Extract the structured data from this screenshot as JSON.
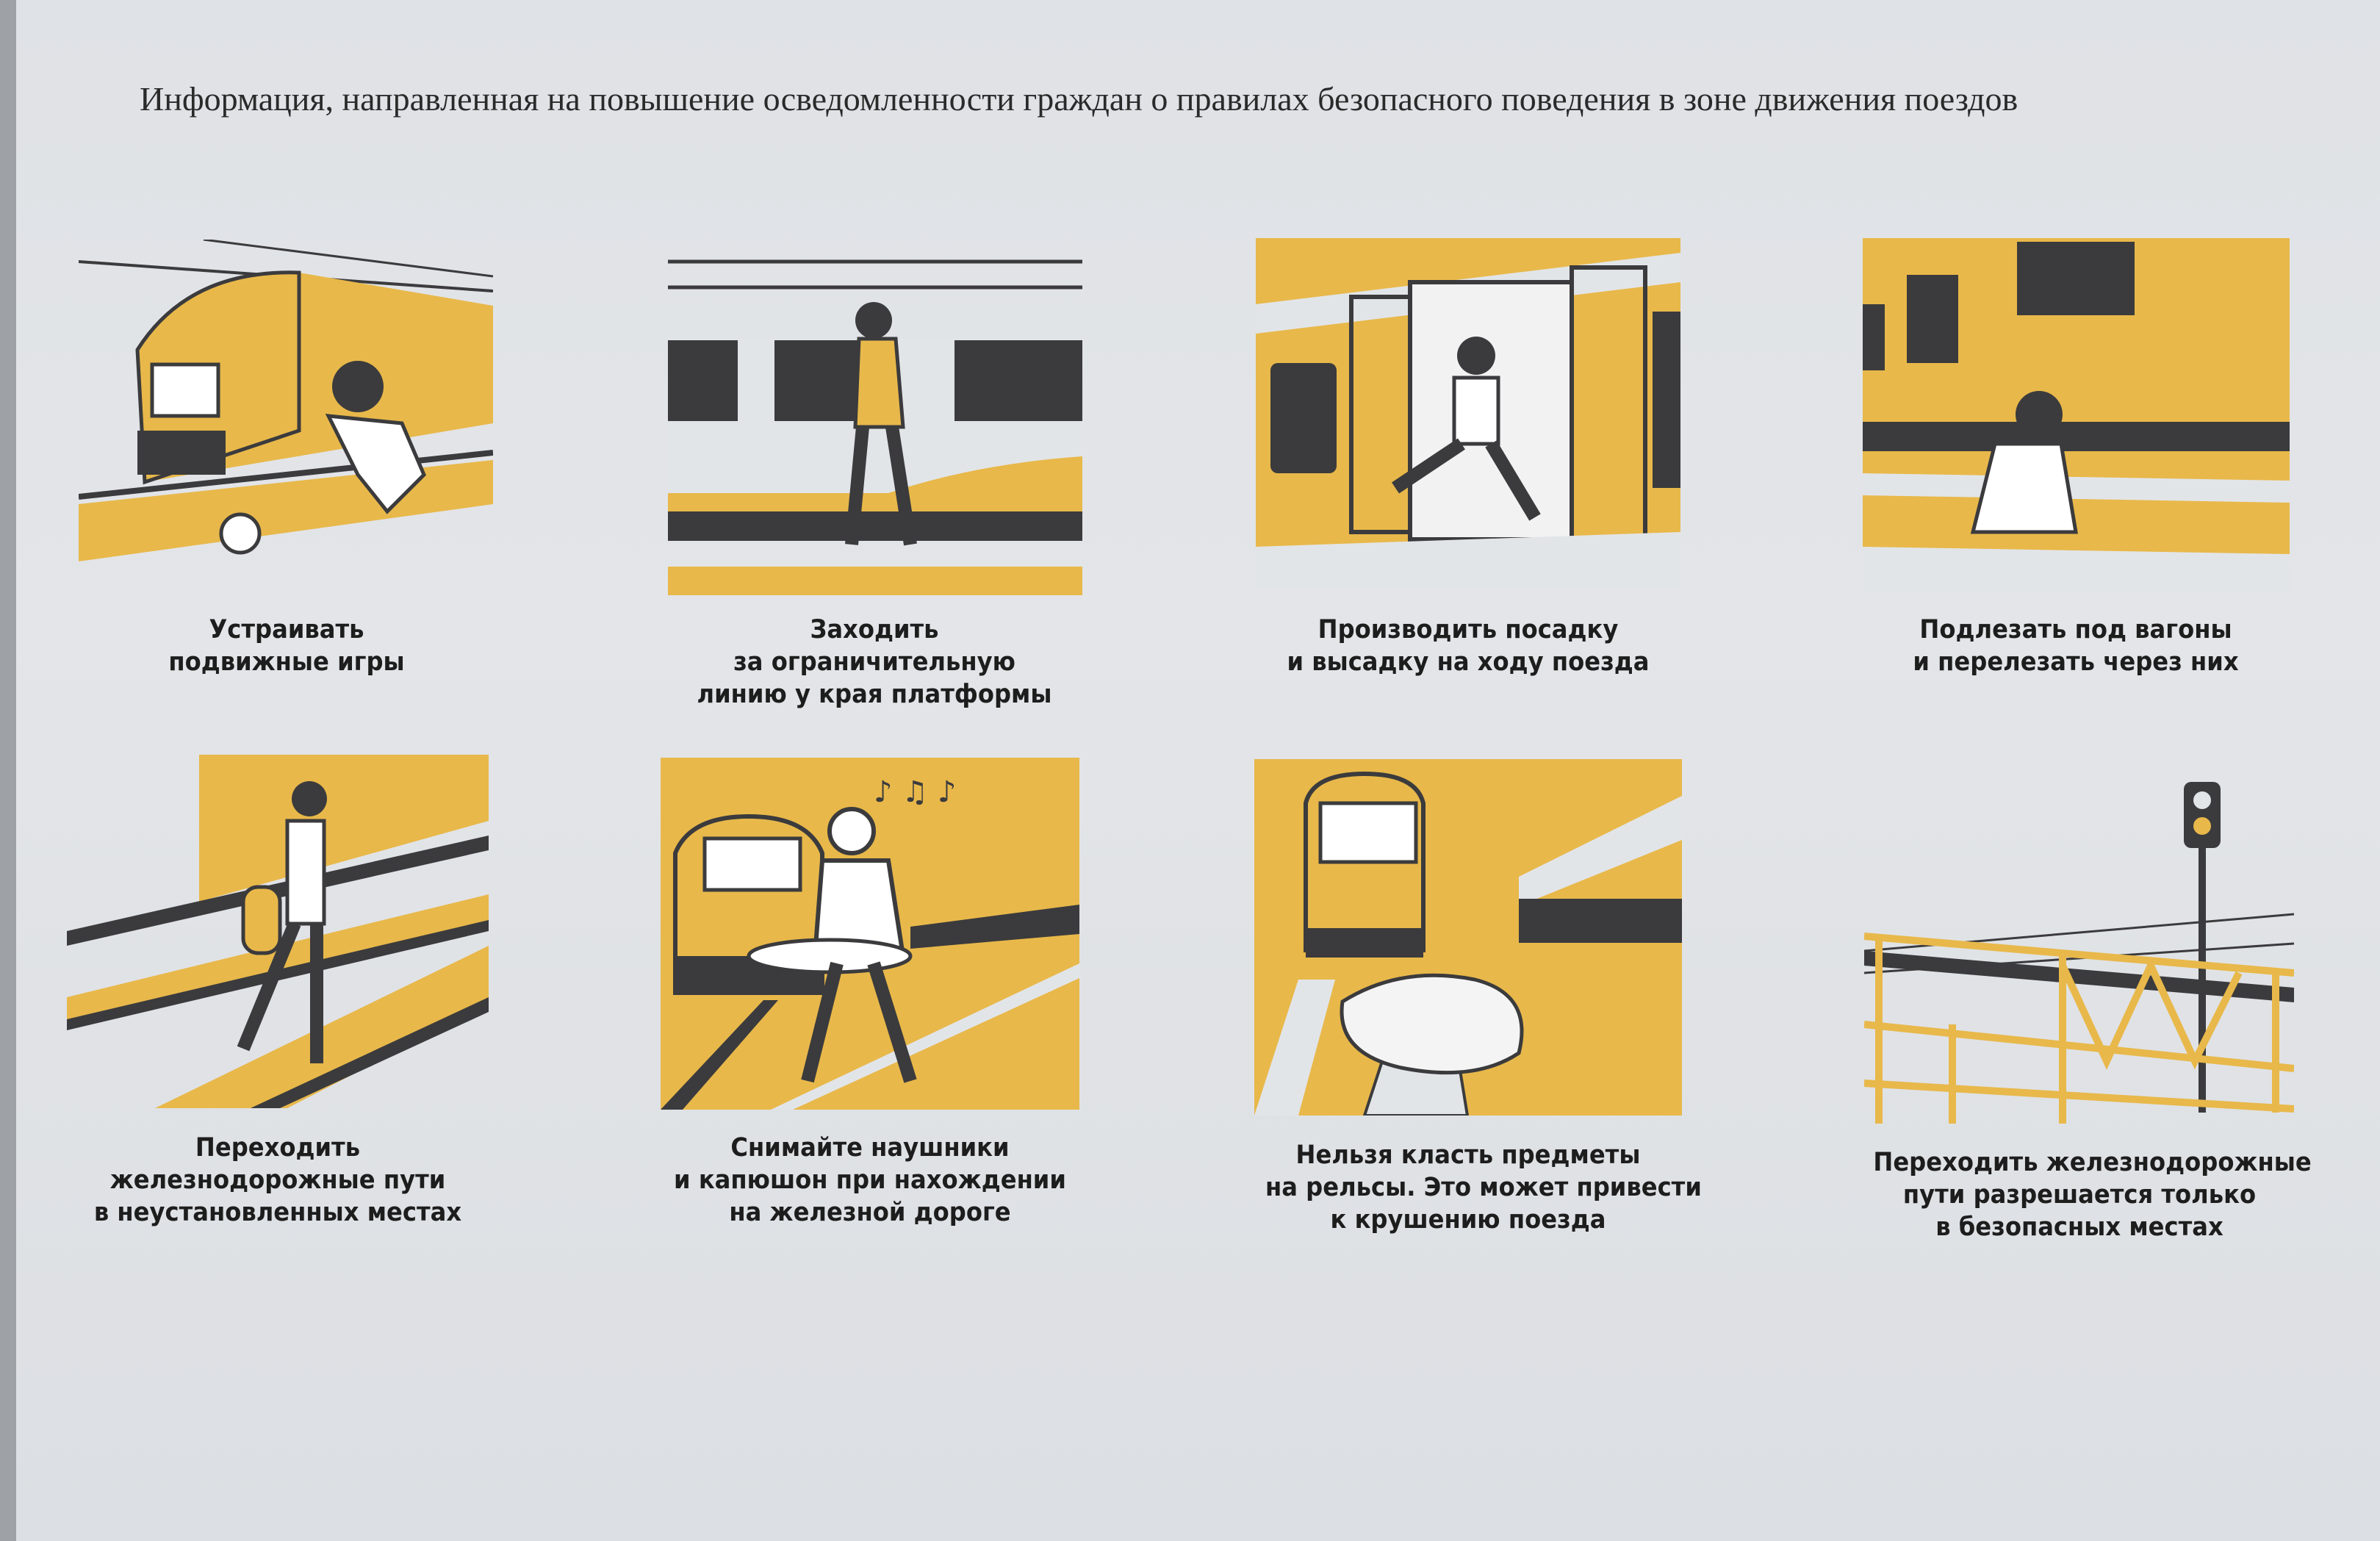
{
  "title": "Информация, направленная на повышение осведомленности граждан о правилах безопасного поведения в зоне движения поездов",
  "colors": {
    "yellow": "#e8b84a",
    "dark": "#3b3b3d",
    "paper": "#e0e3e6"
  },
  "panels": [
    {
      "caption": [
        "Устраивать",
        "подвижные игры"
      ]
    },
    {
      "caption": [
        "Заходить",
        "за ограничительную",
        "линию у края платформы"
      ]
    },
    {
      "caption": [
        "Производить посадку",
        "и высадку на ходу поезда"
      ]
    },
    {
      "caption": [
        "Подлезать под вагоны",
        "и перелезать через них"
      ]
    },
    {
      "caption": [
        "Переходить",
        "железнодорожные пути",
        "в неустановленных местах"
      ]
    },
    {
      "caption": [
        "Снимайте наушники",
        "и капюшон при нахождении",
        "на железной дороге"
      ]
    },
    {
      "caption": [
        "Нельзя класть предметы",
        "на рельсы. Это может привести",
        "к крушению поезда"
      ]
    },
    {
      "caption": [
        "Переходить железнодорожные",
        "пути разрешается только",
        "в безопасных местах"
      ]
    }
  ]
}
